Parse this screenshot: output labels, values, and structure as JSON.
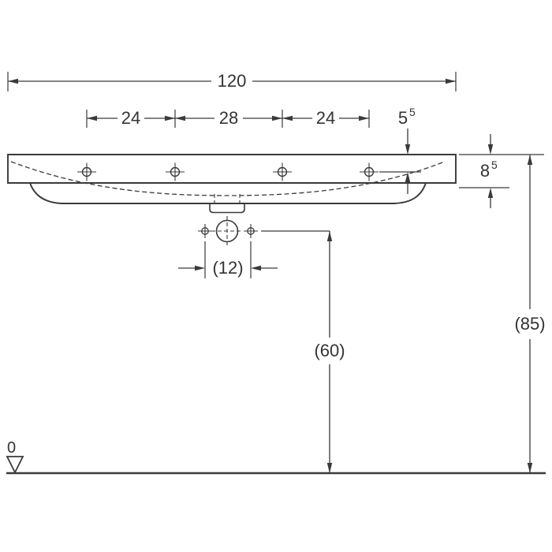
{
  "page": {
    "background": "#ffffff",
    "line_color": "#3a3a3a",
    "text_color": "#333333"
  },
  "diagram": {
    "type": "technical-dimension-drawing",
    "dimensions": {
      "overall_width": "120",
      "spacing_left": "24",
      "spacing_center": "28",
      "spacing_right": "24",
      "tap_offset": {
        "base": "5",
        "sup": "5"
      },
      "apron_height": {
        "base": "8",
        "sup": "5"
      },
      "drain_spacing": "(12)",
      "drain_height": "(60)",
      "overall_height": "(85)",
      "datum_level": "0"
    }
  }
}
